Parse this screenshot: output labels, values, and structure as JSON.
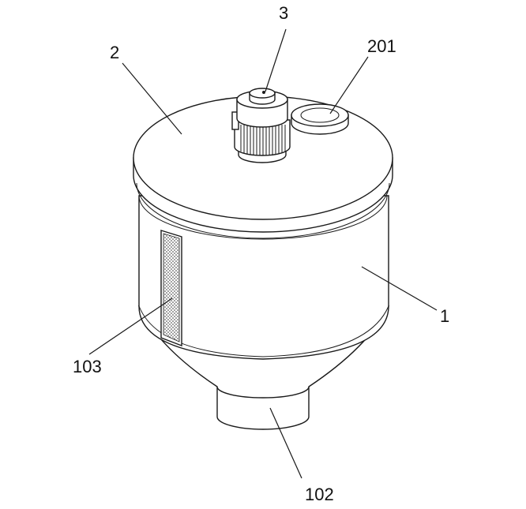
{
  "labels": {
    "motor": "3",
    "lid": "2",
    "inlet": "201",
    "body": "1",
    "window": "103",
    "outlet": "102"
  },
  "colors": {
    "line": "#1a1a1a",
    "background": "#ffffff"
  }
}
